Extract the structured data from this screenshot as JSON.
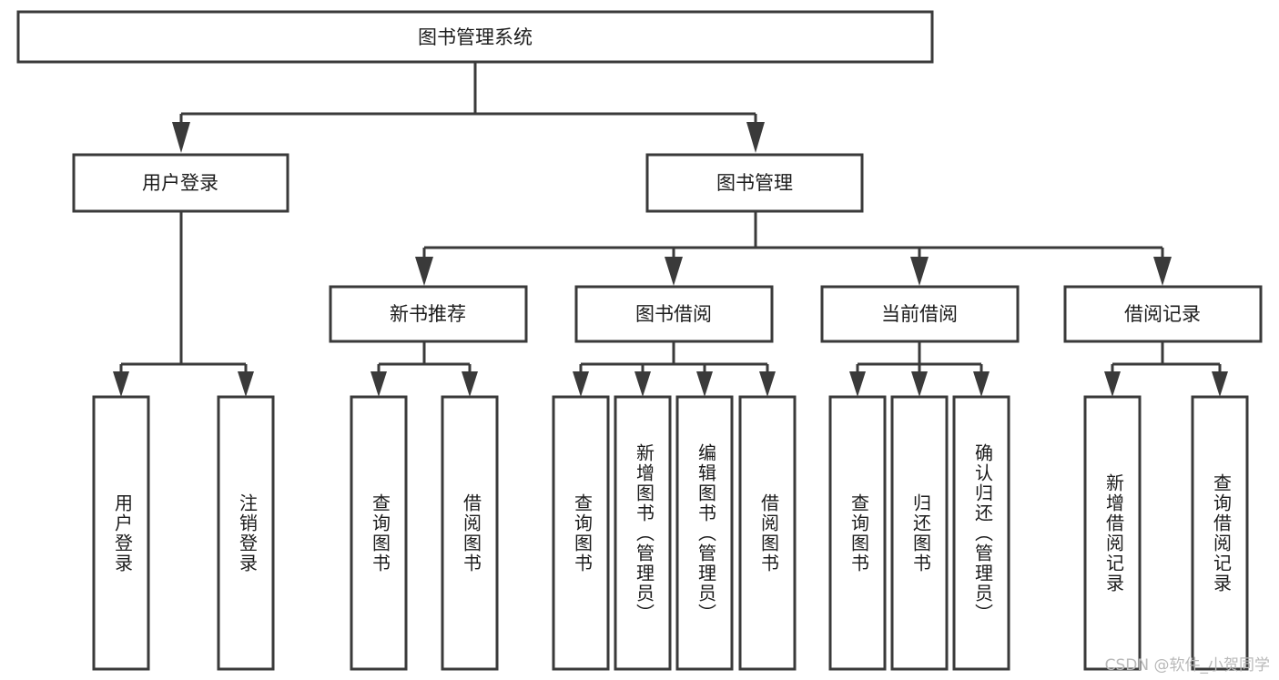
{
  "diagram": {
    "title": "图书管理系统",
    "type": "tree-hierarchy-chart",
    "root": {
      "id": "root",
      "label": "图书管理系统",
      "orientation": "horizontal"
    },
    "level2": [
      {
        "id": "user-login",
        "label": "用户登录",
        "orientation": "horizontal"
      },
      {
        "id": "book-management",
        "label": "图书管理",
        "orientation": "horizontal"
      }
    ],
    "level3": [
      {
        "id": "new-book-recommend",
        "label": "新书推荐",
        "orientation": "horizontal",
        "parent": "book-management"
      },
      {
        "id": "book-borrow",
        "label": "图书借阅",
        "orientation": "horizontal",
        "parent": "book-management"
      },
      {
        "id": "current-borrow",
        "label": "当前借阅",
        "orientation": "horizontal",
        "parent": "book-management"
      },
      {
        "id": "borrow-record",
        "label": "借阅记录",
        "orientation": "horizontal",
        "parent": "book-management"
      }
    ],
    "leaves": [
      {
        "id": "leaf-user-login",
        "label": "用户登录",
        "orientation": "vertical",
        "parent": "user-login"
      },
      {
        "id": "leaf-user-logout",
        "label": "注销登录",
        "orientation": "vertical",
        "parent": "user-login"
      },
      {
        "id": "leaf-recommend-query-book",
        "label": "查询图书",
        "orientation": "vertical",
        "parent": "new-book-recommend"
      },
      {
        "id": "leaf-recommend-borrow-book",
        "label": "借阅图书",
        "orientation": "vertical",
        "parent": "new-book-recommend"
      },
      {
        "id": "leaf-borrow-query-book",
        "label": "查询图书",
        "orientation": "vertical",
        "parent": "book-borrow"
      },
      {
        "id": "leaf-borrow-add-book",
        "label": "新增图书（管理员）",
        "orientation": "vertical",
        "parent": "book-borrow"
      },
      {
        "id": "leaf-borrow-edit-book",
        "label": "编辑图书（管理员）",
        "orientation": "vertical",
        "parent": "book-borrow"
      },
      {
        "id": "leaf-borrow-borrow-book",
        "label": "借阅图书",
        "orientation": "vertical",
        "parent": "book-borrow"
      },
      {
        "id": "leaf-current-query-book",
        "label": "查询图书",
        "orientation": "vertical",
        "parent": "current-borrow"
      },
      {
        "id": "leaf-current-return-book",
        "label": "归还图书",
        "orientation": "vertical",
        "parent": "current-borrow"
      },
      {
        "id": "leaf-current-confirm-return",
        "label": "确认归还（管理员）",
        "orientation": "vertical",
        "parent": "current-borrow"
      },
      {
        "id": "leaf-record-add",
        "label": "新增借阅记录",
        "orientation": "vertical",
        "parent": "borrow-record"
      },
      {
        "id": "leaf-record-query",
        "label": "查询借阅记录",
        "orientation": "vertical",
        "parent": "borrow-record"
      }
    ],
    "colors": {
      "stroke": "#3a3a3a",
      "fill": "#ffffff",
      "text": "#1c1c1c",
      "watermark": "#b9b9b9"
    }
  },
  "watermark": {
    "text": "CSDN @软件_小贺同学"
  }
}
